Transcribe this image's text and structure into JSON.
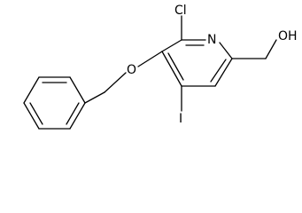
{
  "molecule": {
    "atom_labels": {
      "chlorine": "Cl",
      "nitrogen": "N",
      "oxygen_ether": "O",
      "hydroxyl": "OH",
      "iodine": "I"
    }
  }
}
